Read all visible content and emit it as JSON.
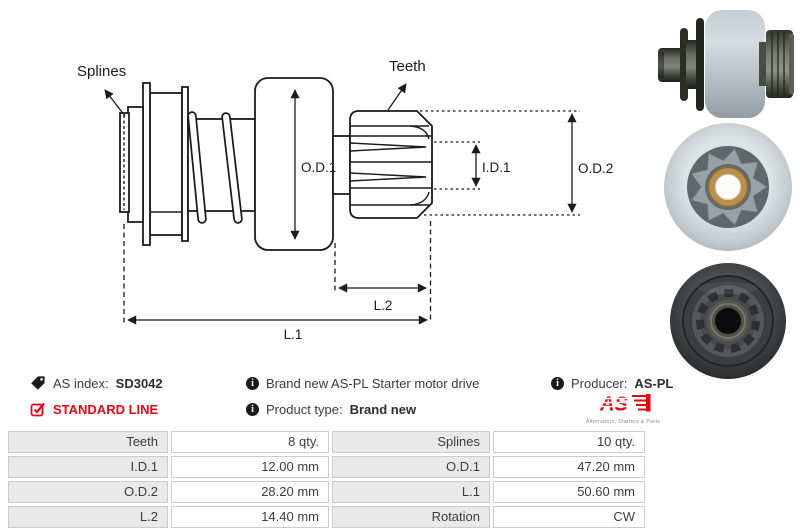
{
  "drawing": {
    "callouts": {
      "splines": "Splines",
      "teeth": "Teeth"
    },
    "dims": {
      "od1": "O.D.1",
      "id1": "I.D.1",
      "od2": "O.D.2",
      "l1": "L.1",
      "l2": "L.2"
    }
  },
  "info": {
    "as_index": {
      "label": "AS index:",
      "value": "SD3042"
    },
    "line": "STANDARD LINE",
    "description": "Brand new AS-PL Starter motor drive",
    "product_type": {
      "label": "Product type:",
      "value": "Brand new"
    },
    "producer": {
      "label": "Producer:",
      "value": "AS-PL"
    },
    "logo": {
      "text": "AS",
      "tagline": "Alternators, Starters & Parts"
    }
  },
  "colors": {
    "accent_red": "#e30613",
    "drawing_line": "#1b1b1b",
    "table_label_bg": "#e9e9e9",
    "table_border": "#cccccc"
  },
  "spec_table": {
    "rows": [
      [
        "Teeth",
        "8 qty.",
        "Splines",
        "10 qty."
      ],
      [
        "I.D.1",
        "12.00 mm",
        "O.D.1",
        "47.20 mm"
      ],
      [
        "O.D.2",
        "28.20 mm",
        "L.1",
        "50.60 mm"
      ],
      [
        "L.2",
        "14.40 mm",
        "Rotation",
        "CW"
      ]
    ]
  }
}
